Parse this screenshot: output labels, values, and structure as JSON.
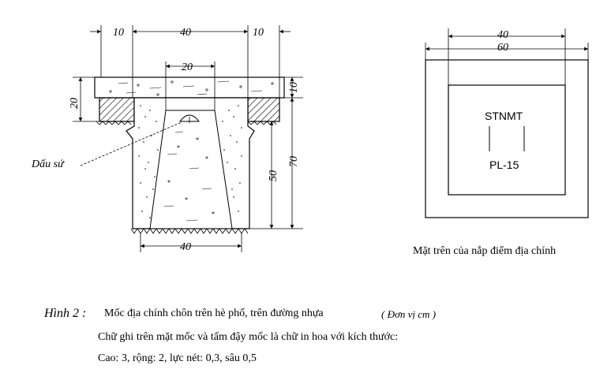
{
  "section": {
    "dims": {
      "top_left": "10",
      "top_mid": "40",
      "top_right": "10",
      "upper": "20",
      "left_side": "20",
      "right_top": "10",
      "right_inner": "50",
      "right_total": "70",
      "bottom": "40"
    },
    "marker_label": "Dấu sứ"
  },
  "plan": {
    "dim_inner": "40",
    "dim_outer": "60",
    "text_top": "STNMT",
    "text_bottom": "PL-15",
    "caption": "Mặt trên của nắp điểm địa chính"
  },
  "caption": {
    "figure_label": "Hình 2 :",
    "title": "Mốc địa chính chôn trên hè phố, trên đường nhựa",
    "unit": "( Đơn vị cm )",
    "line2": "Chữ ghi trên mặt mốc và tấm đậy mốc là chữ in hoa với kích thước:",
    "line3": "Cao: 3, rộng: 2, lực nét: 0,3, sâu 0,5"
  }
}
